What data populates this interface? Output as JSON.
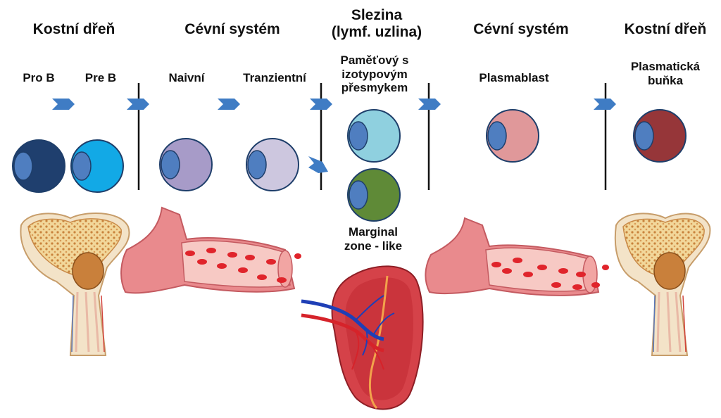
{
  "sections": {
    "bone_marrow_left": "Kostní dřeň",
    "vascular_left": "Cévní systém",
    "spleen_line1": "Slezina",
    "spleen_line2": "(lymf. uzlina)",
    "vascular_right": "Cévní systém",
    "bone_marrow_right": "Kostní dřeň"
  },
  "stages": {
    "pro_b": "Pro B",
    "pre_b": "Pre B",
    "naive": "Naivní",
    "transitional": "Tranzientní",
    "memory_line1": "Paměťový s",
    "memory_line2": "izotypovým",
    "memory_line3": "přesmykem",
    "plasmablast": "Plasmablast",
    "plasma_line1": "Plasmatická",
    "plasma_line2": "buňka",
    "marginal_line1": "Marginal",
    "marginal_line2": "zone - like"
  },
  "colors": {
    "pro_b": "#1f3f6e",
    "pre_b": "#12a9e6",
    "naive": "#a79bc8",
    "transitional": "#cdc7df",
    "memory": "#8fd0df",
    "marginal": "#5f8a37",
    "plasmablast": "#e0989a",
    "plasma": "#963639",
    "nucleus": "#4f7ec0",
    "cell_outline": "#1e3e6a",
    "arrow": "#3f7cc4",
    "divider": "#111111"
  }
}
